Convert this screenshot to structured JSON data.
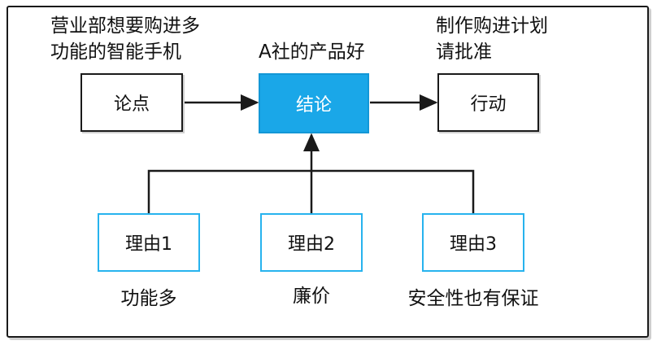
{
  "top_notes": {
    "left": "营业部想要购进多\n功能的智能手机",
    "center": "A社的产品好",
    "right": "制作购进计划\n请批准"
  },
  "nodes": {
    "argument": "论点",
    "conclusion": "结论",
    "action": "行动",
    "reason1": "理由1",
    "reason2": "理由2",
    "reason3": "理由3"
  },
  "captions": {
    "reason1": "功能多",
    "reason2": "廉价",
    "reason3": "安全性也有保证"
  },
  "colors": {
    "accent": "#1aa7e8",
    "reason_border": "#27b3ee",
    "line": "#1a1a1a"
  }
}
